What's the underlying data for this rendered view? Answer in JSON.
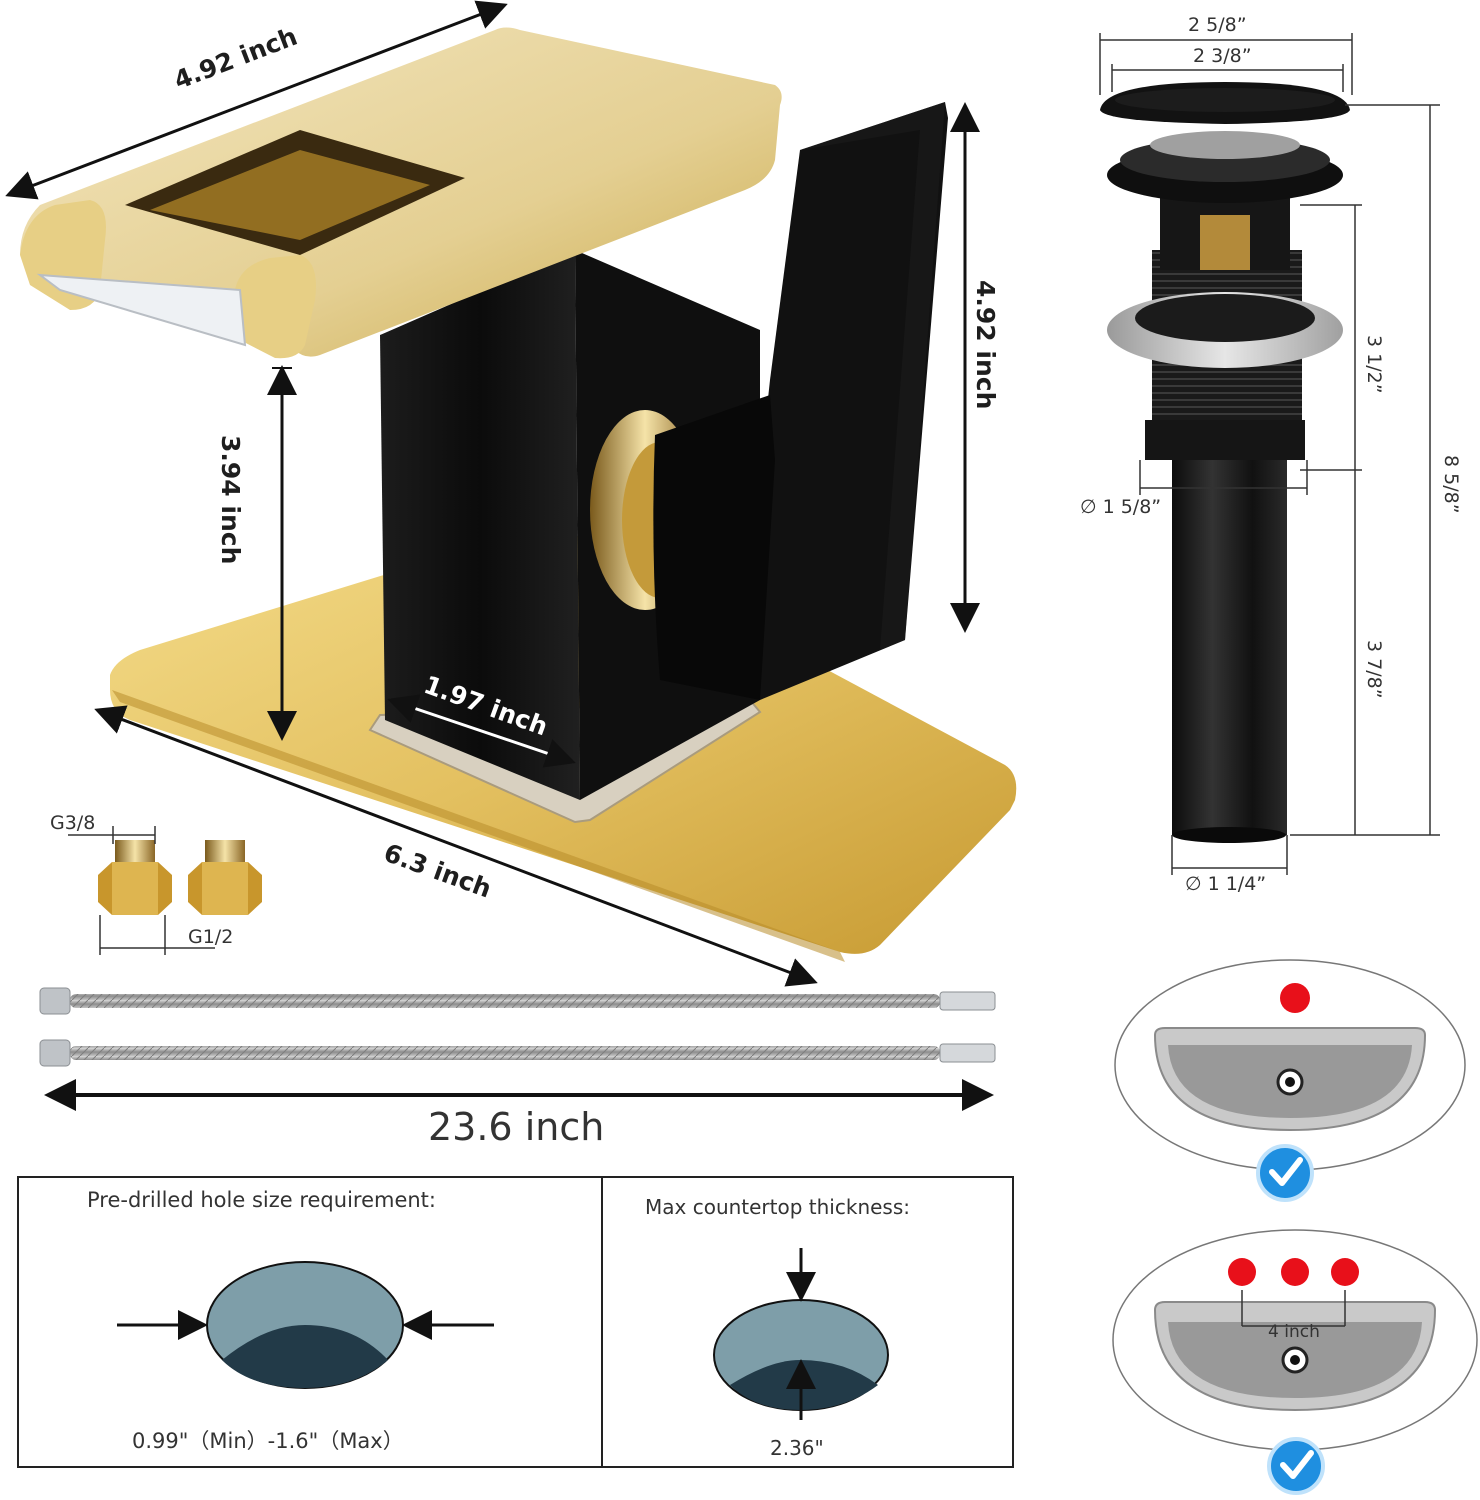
{
  "faucet": {
    "spout_length": "4.92 inch",
    "total_height": "4.92 inch",
    "spout_height": "3.94 inch",
    "body_width": "1.97 inch",
    "plate_length": "6.3 inch"
  },
  "adapters": {
    "top_thread": "G3/8",
    "bottom_thread": "G1/2"
  },
  "hoses": {
    "length": "23.6 inch"
  },
  "drain": {
    "cap_outer": "2 5/8”",
    "cap_inner": "2 3/8”",
    "upper_length": "3 1/2”",
    "total_length": "8 5/8”",
    "thread_diameter": "∅ 1 5/8”",
    "lower_length": "3 7/8”",
    "pipe_diameter": "∅ 1 1/4”"
  },
  "sinks": {
    "hole_spacing": "4 inch",
    "colors": {
      "hole": "#e8101a",
      "check": "#1f8fe0"
    }
  },
  "requirements": {
    "hole_title": "Pre-drilled hole size requirement:",
    "hole_range": "0.99\"（Min）-1.6\"（Max）",
    "thickness_title": "Max countertop thickness:",
    "thickness_value": "2.36\""
  },
  "colors": {
    "gold": "#d9b860",
    "black": "#141414"
  }
}
